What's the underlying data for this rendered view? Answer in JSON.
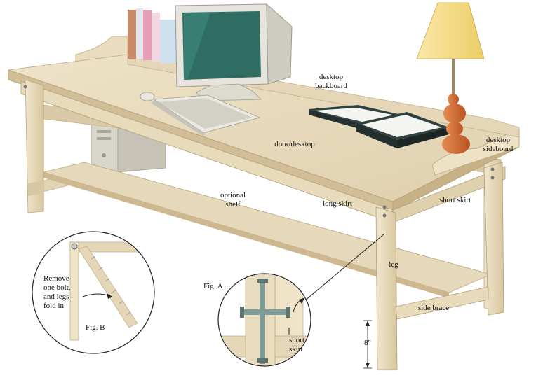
{
  "labels": {
    "desktop_backboard": "desktop\nbackboard",
    "door_desktop": "door/desktop",
    "desktop_sideboard": "desktop\nsideboard",
    "optional_shelf": "optional\nshelf",
    "long_skirt": "long skirt",
    "short_skirt": "short skirt",
    "leg": "leg",
    "side_brace": "side brace",
    "fig_a": "Fig. A",
    "fig_a_short_skirt": "short\nskirt",
    "fig_b": "Fig. B",
    "fig_b_note": "Remove\none bolt,\nand legs\nfold in",
    "dimension": "8\""
  },
  "colors": {
    "wood_top": "#e9dcc0",
    "wood_edge": "#d8c7a2",
    "wood_leg": "#efe4c8",
    "wood_shadow": "#cbb68d",
    "monitor": "#e6e4dc",
    "screen": "#2f6c62",
    "lamp_shade": "#f6df8e",
    "lamp_base": "#d6733a",
    "tray": "#2f4240",
    "line": "#222222"
  }
}
